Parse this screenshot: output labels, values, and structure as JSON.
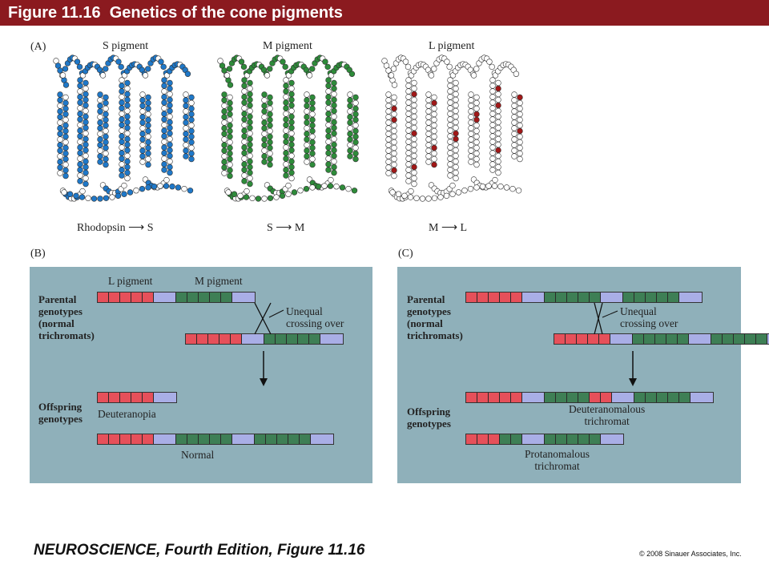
{
  "header": {
    "title": "Figure 11.16  Genetics of the cone pigments"
  },
  "panel_a": {
    "letter": "(A)",
    "proteins": [
      {
        "label": "S pigment",
        "caption": "Rhodopsin ⟶ S",
        "highlight": "#1f78c8"
      },
      {
        "label": "M pigment",
        "caption": "S ⟶ M",
        "highlight": "#2e8b3a"
      },
      {
        "label": "L pigment",
        "caption": "M ⟶ L",
        "highlight": "#a01818"
      }
    ]
  },
  "panel_b": {
    "letter": "(B)",
    "top_labels": {
      "l": "L pigment",
      "m": "M pigment"
    },
    "parental_label": "Parental\ngenotypes\n(normal\ntrichromats)",
    "crossing_label": "Unequal\ncrossing over",
    "offspring_label": "Offspring\ngenotypes",
    "result_top": "Deuteranopia",
    "result_bottom": "Normal"
  },
  "panel_c": {
    "letter": "(C)",
    "parental_label": "Parental\ngenotypes\n(normal\ntrichromats)",
    "crossing_label": "Unequal\ncrossing over",
    "offspring_label": "Offspring\ngenotypes",
    "result_top": "Deuteranomalous\ntrichromat",
    "result_bottom": "Protanomalous\ntrichromat"
  },
  "colors": {
    "header_bg": "#8b1a1f",
    "panel_bg": "#8fb0ba",
    "l_gene": "#e6505a",
    "m_gene": "#3e7f55",
    "spacer": "#a9aee6"
  },
  "footer": {
    "book": "NEUROSCIENCE, Fourth Edition, Figure 11.16",
    "copyright": "© 2008 Sinauer Associates, Inc."
  }
}
